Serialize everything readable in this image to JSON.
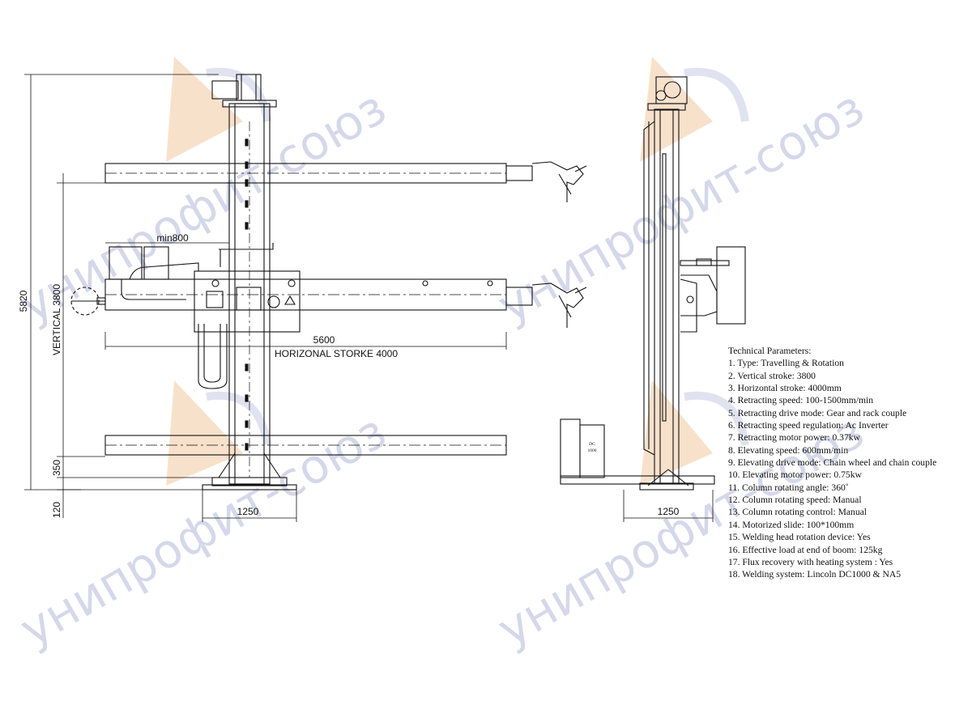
{
  "drawing": {
    "dimensions": {
      "overall_height": "5820",
      "vertical_stroke": "VERTICAL 3800",
      "base_height": "350",
      "foot_height": "120",
      "min_distance": "min800",
      "boom_length": "5600",
      "horizontal_stroke": "HORIZONAL STORKE 4000",
      "base_width_front": "1250",
      "base_width_side": "1250"
    },
    "power_source_label": [
      "DC",
      "1000"
    ]
  },
  "technical_parameters": {
    "title": "Technical Parameters:",
    "items": [
      "1. Type: Travelling & Rotation",
      "2. Vertical stroke: 3800",
      "3. Horizontal stroke: 4000mm",
      "4. Retracting speed: 100-1500mm/min",
      "5. Retracting drive mode: Gear and rack couple",
      "6. Retracting speed regulation: Ac Inverter",
      "7. Retracting motor power: 0.37kw",
      "8. Elevating speed: 600mm/min",
      "9. Elevating drive mode: Chain wheel and chain couple",
      "10. Elevating motor power: 0.75kw",
      "11. Column rotating angle: 360˚",
      "12. Column rotating speed: Manual",
      "13. Column rotating control: Manual",
      "14. Motorized slide: 100*100mm",
      "15. Welding head rotation device: Yes",
      "16. Effective load at end of boom: 125kg",
      "17. Flux recovery with heating system : Yes",
      "18. Welding system: Lincoln DC1000 & NA5"
    ]
  },
  "watermark": {
    "text_1": "унипрофит-союз",
    "text_2": "унипрофит-союз",
    "text_3": "унипрофит-союз",
    "text_4": "унипрофит-союз",
    "colors": {
      "text": "#c7cbe4",
      "logo_accent": "#f3c9a2"
    }
  }
}
